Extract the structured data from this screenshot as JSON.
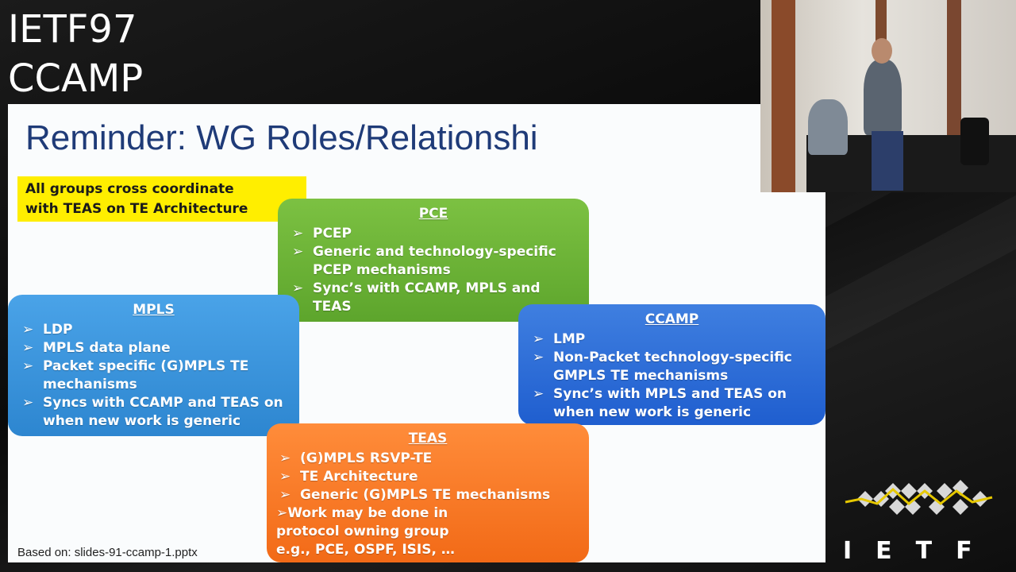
{
  "overlay": {
    "line1": "IETF97",
    "line2": "CCAMP"
  },
  "slide": {
    "title": "Reminder: WG Roles/Relationshi",
    "note_line1": "All groups cross coordinate",
    "note_line2": "with TEAS on TE Architecture",
    "pce": {
      "heading": "PCE",
      "items": [
        "PCEP",
        "Generic and technology-specific PCEP mechanisms",
        "Sync’s with CCAMP, MPLS and TEAS"
      ]
    },
    "mpls": {
      "heading": "MPLS",
      "items": [
        "LDP",
        "MPLS data plane",
        "Packet specific (G)MPLS TE mechanisms",
        "Syncs with CCAMP and TEAS on when new work is generic"
      ]
    },
    "ccamp": {
      "heading": "CCAMP",
      "items": [
        "LMP",
        "Non-Packet technology-specific GMPLS TE mechanisms",
        "Sync’s with MPLS and TEAS on when new work is generic"
      ]
    },
    "teas": {
      "heading": "TEAS",
      "items": [
        "(G)MPLS RSVP-TE",
        "TE Architecture",
        "Generic (G)MPLS TE mechanisms"
      ],
      "extra_line1": "➢Work may be done in",
      "extra_line2": "protocol owning group",
      "extra_line3": "e.g., PCE, OSPF, ISIS, …"
    },
    "footnote": "Based on: slides-91-ccamp-1.pptx"
  },
  "logo": {
    "text": "IETF",
    "accent_color": "#e6c800"
  },
  "colors": {
    "pce": "#6db33f",
    "mpls": "#3a95dd",
    "ccamp": "#2f6fd8",
    "teas": "#f77b25",
    "note": "#ffee00",
    "title": "#1f3b78"
  }
}
